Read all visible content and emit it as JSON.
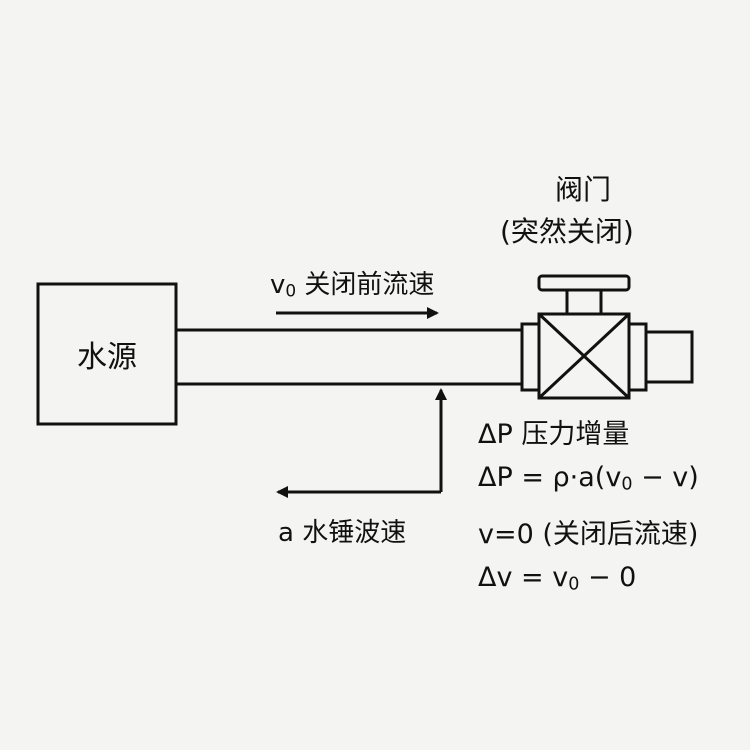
{
  "source": {
    "label": "水源"
  },
  "valve": {
    "title": "阀门",
    "note": "(突然关闭)"
  },
  "flow_label": {
    "symbol": "v",
    "subscript": "0",
    "text": " 关闭前流速"
  },
  "wave_label": {
    "text": "a 水锤波速"
  },
  "equations": {
    "dp_label": "ΔP 压力增量",
    "eq1": {
      "pre": "ΔP = ρ·a(v",
      "sub": "0",
      "post": " − v)"
    },
    "eq2": "v=0 (关闭后流速)",
    "eq3": {
      "pre": "Δv = v",
      "sub": "0",
      "post": " − 0"
    }
  },
  "colors": {
    "stroke": "#111111",
    "background": "#f4f4f2"
  }
}
